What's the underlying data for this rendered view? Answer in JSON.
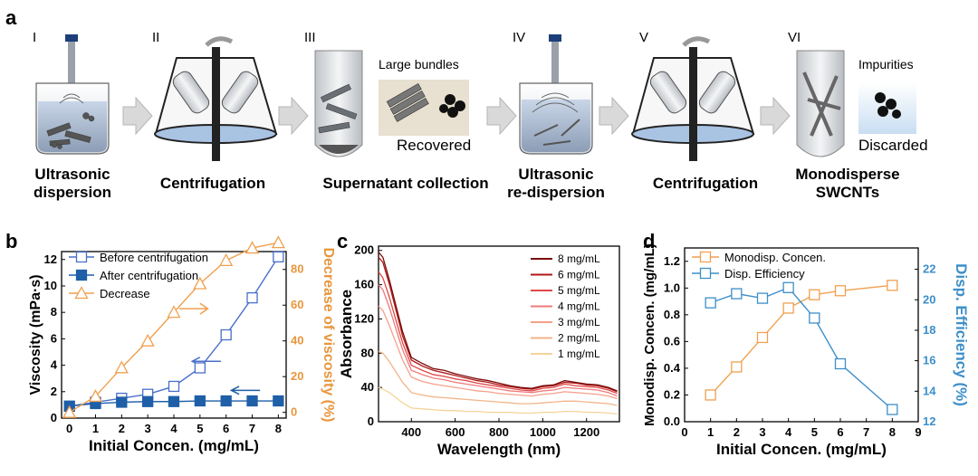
{
  "panel_a": {
    "label": "a",
    "steps": [
      {
        "numeral": "I",
        "caption": [
          "Ultrasonic",
          "dispersion"
        ]
      },
      {
        "numeral": "II",
        "caption": [
          "Centrifugation"
        ]
      },
      {
        "numeral": "III",
        "caption": [
          "Supernatant collection"
        ],
        "callout": "Large bundles",
        "note": "Recovered"
      },
      {
        "numeral": "IV",
        "caption": [
          "Ultrasonic",
          "re-dispersion"
        ]
      },
      {
        "numeral": "V",
        "caption": [
          "Centrifugation"
        ]
      },
      {
        "numeral": "VI",
        "caption": [
          "Monodisperse",
          "SWCNTs"
        ],
        "callout": "Impurities",
        "note": "Discarded"
      }
    ]
  },
  "panel_labels": {
    "b": "b",
    "c": "c",
    "d": "d"
  },
  "colors": {
    "blue_b": "#4a6fc9",
    "blue_filled": "#1f5fa8",
    "orange": "#f0a050",
    "orange_axis": "#e8963c",
    "blue_d": "#3d8fc9",
    "arrow_gray": "#d0d0d0"
  },
  "chart_data": [
    {
      "type": "line",
      "panel": "b",
      "xlabel": "Initial Concen. (mg/mL)",
      "ylabel": "Viscosity (mPa·s)",
      "y2label": "Decrease of viscosity (%)",
      "xlim": [
        -0.3,
        8.3
      ],
      "ylim": [
        0,
        12.6
      ],
      "y2lim": [
        -3.2,
        90
      ],
      "xticks": [
        "0",
        "1",
        "2",
        "3",
        "4",
        "5",
        "6",
        "7",
        "8"
      ],
      "yticks": [
        "0",
        "2",
        "4",
        "6",
        "8",
        "10",
        "12"
      ],
      "y2ticks": [
        "0",
        "20",
        "40",
        "60",
        "80"
      ],
      "legend_position": "top-left",
      "series": [
        {
          "name": "Before centrifugation",
          "axis": "left",
          "marker": "open-square",
          "color": "#4a6fc9",
          "x": [
            0,
            1,
            2,
            3,
            4,
            5,
            6,
            7,
            8
          ],
          "y": [
            0.9,
            1.2,
            1.5,
            1.8,
            2.4,
            3.8,
            6.3,
            9.1,
            12.2
          ]
        },
        {
          "name": "After centrifugation",
          "axis": "left",
          "marker": "filled-square",
          "color": "#1f5fa8",
          "x": [
            0,
            1,
            2,
            3,
            4,
            5,
            6,
            7,
            8
          ],
          "y": [
            0.9,
            1.1,
            1.2,
            1.25,
            1.25,
            1.3,
            1.3,
            1.3,
            1.3
          ]
        },
        {
          "name": "Decrease",
          "axis": "right",
          "marker": "open-triangle",
          "color": "#f0a050",
          "x": [
            0,
            1,
            2,
            3,
            4,
            5,
            6,
            7,
            8
          ],
          "y": [
            0,
            9,
            25,
            40,
            56,
            72,
            85,
            92,
            95
          ]
        }
      ]
    },
    {
      "type": "line",
      "panel": "c",
      "xlabel": "Wavelength (nm)",
      "ylabel": "Absorbance",
      "xlim": [
        250,
        1350
      ],
      "ylim": [
        0,
        205
      ],
      "xticks": [
        "400",
        "600",
        "800",
        "1000",
        "1200"
      ],
      "yticks": [
        "0",
        "40",
        "80",
        "120",
        "160",
        "200"
      ],
      "legend_position": "top-right",
      "x": [
        250,
        270,
        300,
        330,
        360,
        400,
        450,
        500,
        550,
        600,
        650,
        700,
        750,
        800,
        850,
        900,
        950,
        1000,
        1050,
        1100,
        1150,
        1200,
        1250,
        1300,
        1340
      ],
      "series": [
        {
          "name": "8 mg/mL",
          "color": "#7a0c0c",
          "values": [
            198,
            192,
            165,
            135,
            105,
            75,
            68,
            62,
            60,
            56,
            53,
            50,
            48,
            45,
            42,
            40,
            39,
            42,
            43,
            48,
            46,
            44,
            43,
            40,
            36
          ]
        },
        {
          "name": "6 mg/mL",
          "color": "#b01818",
          "values": [
            192,
            186,
            160,
            130,
            100,
            72,
            65,
            60,
            57,
            54,
            51,
            48,
            46,
            43,
            41,
            39,
            38,
            41,
            42,
            46,
            45,
            43,
            42,
            39,
            35
          ]
        },
        {
          "name": "5 mg/mL",
          "color": "#e04848",
          "values": [
            175,
            168,
            145,
            118,
            92,
            66,
            60,
            55,
            53,
            50,
            48,
            45,
            43,
            41,
            39,
            37,
            36,
            39,
            40,
            44,
            42,
            41,
            40,
            37,
            33
          ]
        },
        {
          "name": "4 mg/mL",
          "color": "#f07a7a",
          "values": [
            160,
            154,
            133,
            108,
            84,
            60,
            55,
            51,
            49,
            46,
            44,
            42,
            40,
            38,
            36,
            35,
            34,
            36,
            37,
            40,
            39,
            38,
            37,
            34,
            30
          ]
        },
        {
          "name": "3 mg/mL",
          "color": "#f5a08a",
          "values": [
            135,
            130,
            112,
            92,
            72,
            52,
            47,
            44,
            42,
            40,
            38,
            36,
            35,
            33,
            32,
            31,
            30,
            32,
            33,
            35,
            34,
            33,
            32,
            30,
            27
          ]
        },
        {
          "name": "2 mg/mL",
          "color": "#f2b48a",
          "values": [
            82,
            80,
            70,
            58,
            46,
            34,
            31,
            29,
            28,
            27,
            26,
            25,
            24,
            23,
            22,
            21,
            21,
            22,
            23,
            24,
            24,
            23,
            22,
            21,
            19
          ]
        },
        {
          "name": "1 mg/mL",
          "color": "#f5d49a",
          "values": [
            40,
            38,
            34,
            28,
            22,
            16,
            15,
            14,
            13,
            13,
            12,
            12,
            11,
            11,
            11,
            10,
            10,
            11,
            11,
            12,
            12,
            11,
            11,
            10,
            9
          ]
        }
      ]
    },
    {
      "type": "line",
      "panel": "d",
      "xlabel": "Initial Concen. (mg/mL)",
      "ylabel": "Monodisp. Concen. (mg/mL)",
      "y2label": "Disp. Efficiency (%)",
      "xlim": [
        0,
        9
      ],
      "ylim": [
        0,
        1.3
      ],
      "y2lim": [
        12,
        23.4
      ],
      "xticks": [
        "0",
        "1",
        "2",
        "3",
        "4",
        "5",
        "6",
        "7",
        "8",
        "9"
      ],
      "yticks": [
        "0.0",
        "0.2",
        "0.4",
        "0.6",
        "0.8",
        "1.0",
        "1.2"
      ],
      "y2ticks": [
        "12",
        "14",
        "16",
        "18",
        "20",
        "22"
      ],
      "legend_position": "top-left",
      "series": [
        {
          "name": "Monodisp. Concen.",
          "axis": "left",
          "marker": "open-square",
          "color": "#f0a050",
          "x": [
            1,
            2,
            3,
            4,
            5,
            6,
            8
          ],
          "y": [
            0.2,
            0.41,
            0.63,
            0.85,
            0.95,
            0.98,
            1.02
          ]
        },
        {
          "name": "Disp. Efficiency",
          "axis": "right",
          "marker": "open-square",
          "color": "#3d8fc9",
          "x": [
            1,
            2,
            3,
            4,
            5,
            6,
            8
          ],
          "y": [
            19.8,
            20.4,
            20.1,
            20.8,
            18.8,
            15.8,
            12.8
          ]
        }
      ]
    }
  ]
}
